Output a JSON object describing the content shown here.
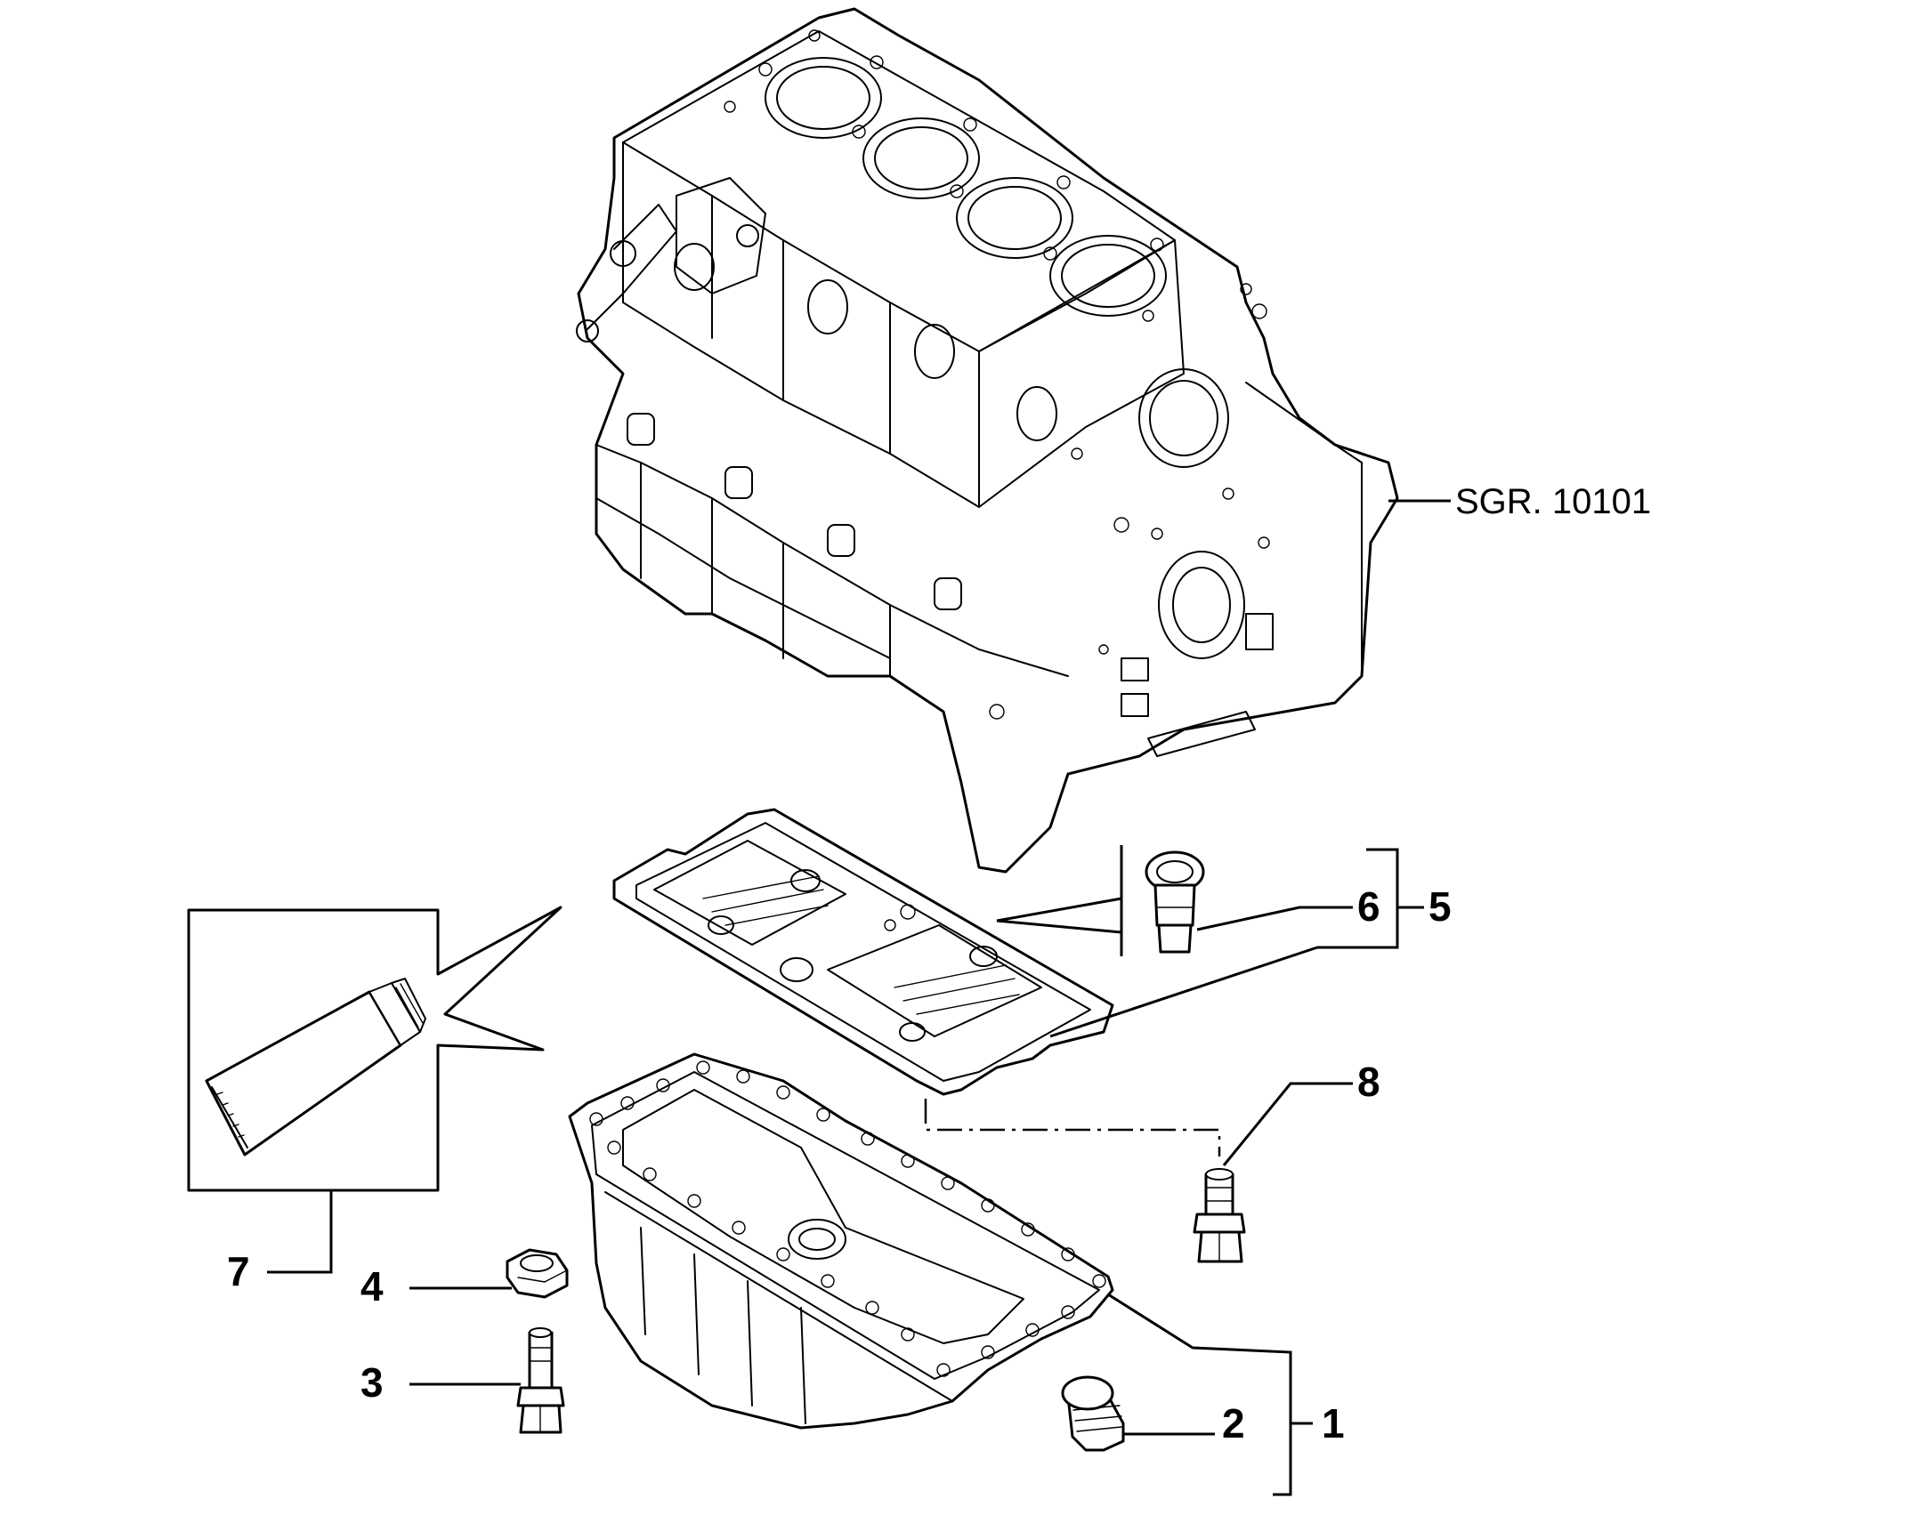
{
  "reference": {
    "label": "SGR. 10101"
  },
  "callouts": [
    {
      "id": "1",
      "label": "1"
    },
    {
      "id": "2",
      "label": "2"
    },
    {
      "id": "3",
      "label": "3"
    },
    {
      "id": "4",
      "label": "4"
    },
    {
      "id": "5",
      "label": "5"
    },
    {
      "id": "6",
      "label": "6"
    },
    {
      "id": "7",
      "label": "7"
    },
    {
      "id": "8",
      "label": "8"
    }
  ],
  "colors": {
    "line": "#000000",
    "background": "#ffffff"
  }
}
